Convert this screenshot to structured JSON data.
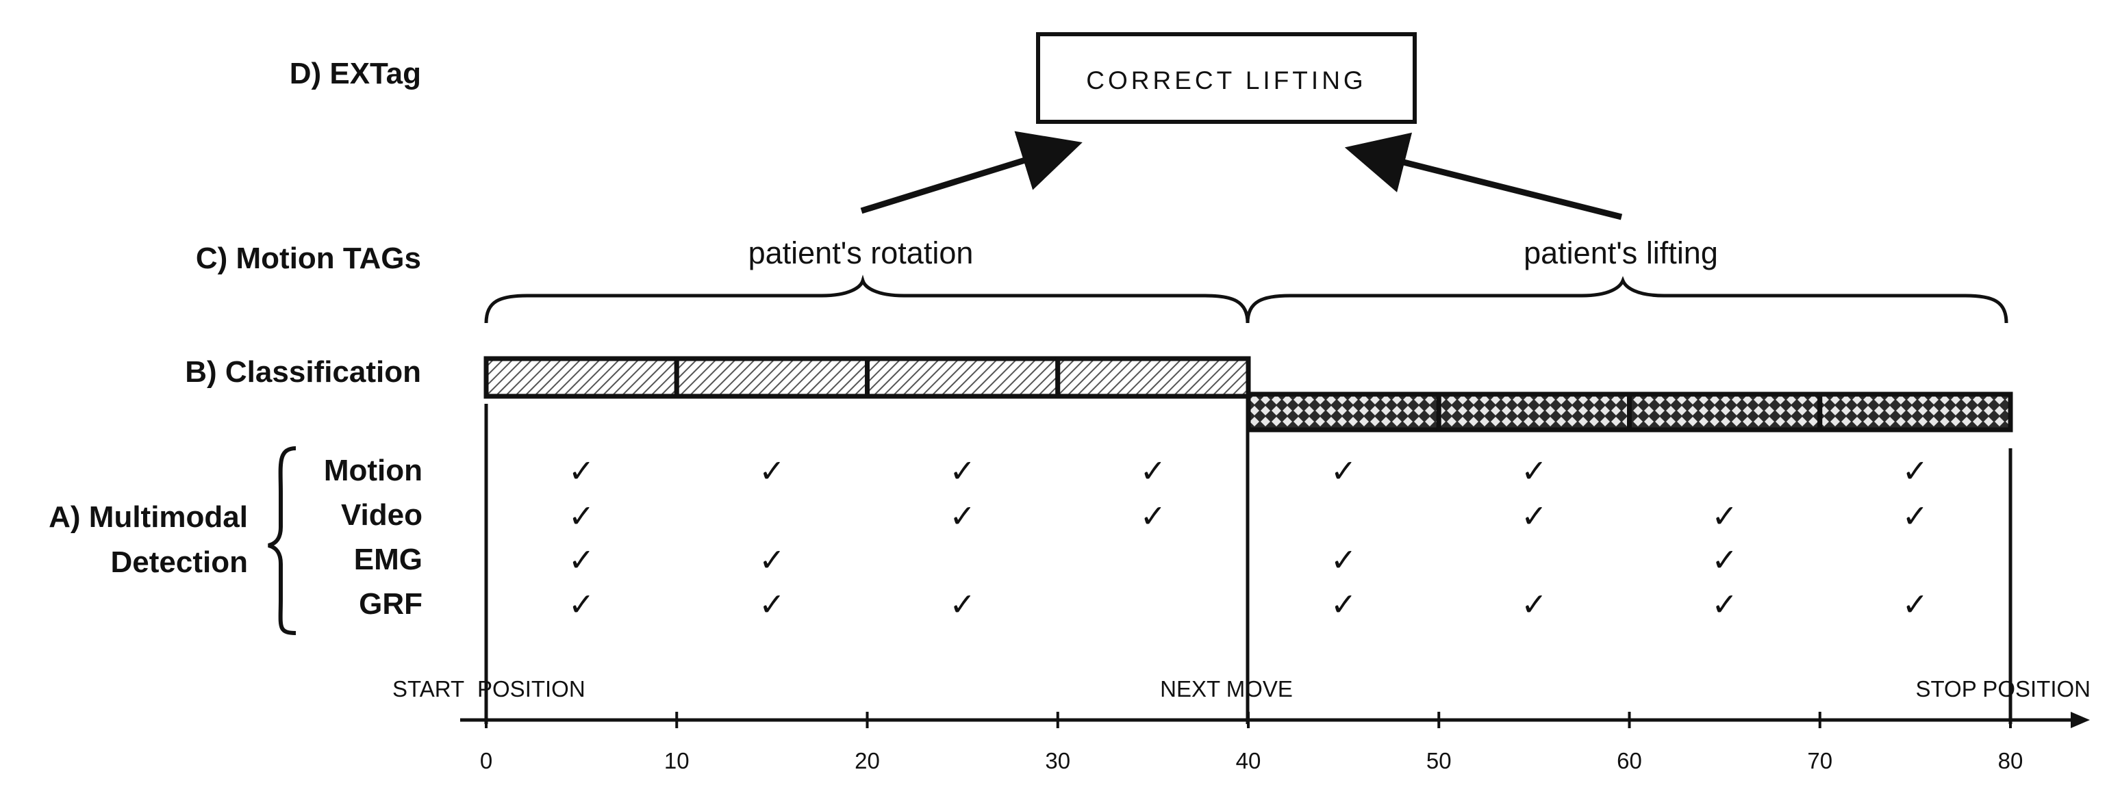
{
  "labels": {
    "extag": "D) EXTag",
    "motion_tags": "C) Motion TAGs",
    "classification": "B) Classification",
    "multimodal_line1": "A) Multimodal",
    "multimodal_line2": "Detection"
  },
  "extag_box": "CORRECT LIFTING",
  "motion_tags": [
    "patient's rotation",
    "patient's lifting"
  ],
  "modalities": [
    "Motion",
    "Video",
    "EMG",
    "GRF"
  ],
  "checks": {
    "Motion": [
      5,
      15,
      25,
      35,
      45,
      55,
      75
    ],
    "Video": [
      5,
      25,
      35,
      55,
      65,
      75
    ],
    "EMG": [
      5,
      15,
      45,
      65
    ],
    "GRF": [
      5,
      15,
      25,
      45,
      55,
      65,
      75
    ]
  },
  "check_glyph": "✓",
  "segments": {
    "rotation": [
      0,
      10,
      20,
      30,
      40
    ],
    "lifting": [
      40,
      50,
      60,
      70,
      80
    ]
  },
  "axis": {
    "ticks": [
      "0",
      "10",
      "20",
      "30",
      "40",
      "50",
      "60",
      "70",
      "80"
    ],
    "min": 0,
    "max": 80
  },
  "markers": {
    "start": "START",
    "position": "POSITION",
    "next_move": "NEXT MOVE",
    "stop": "STOP POSITION"
  }
}
